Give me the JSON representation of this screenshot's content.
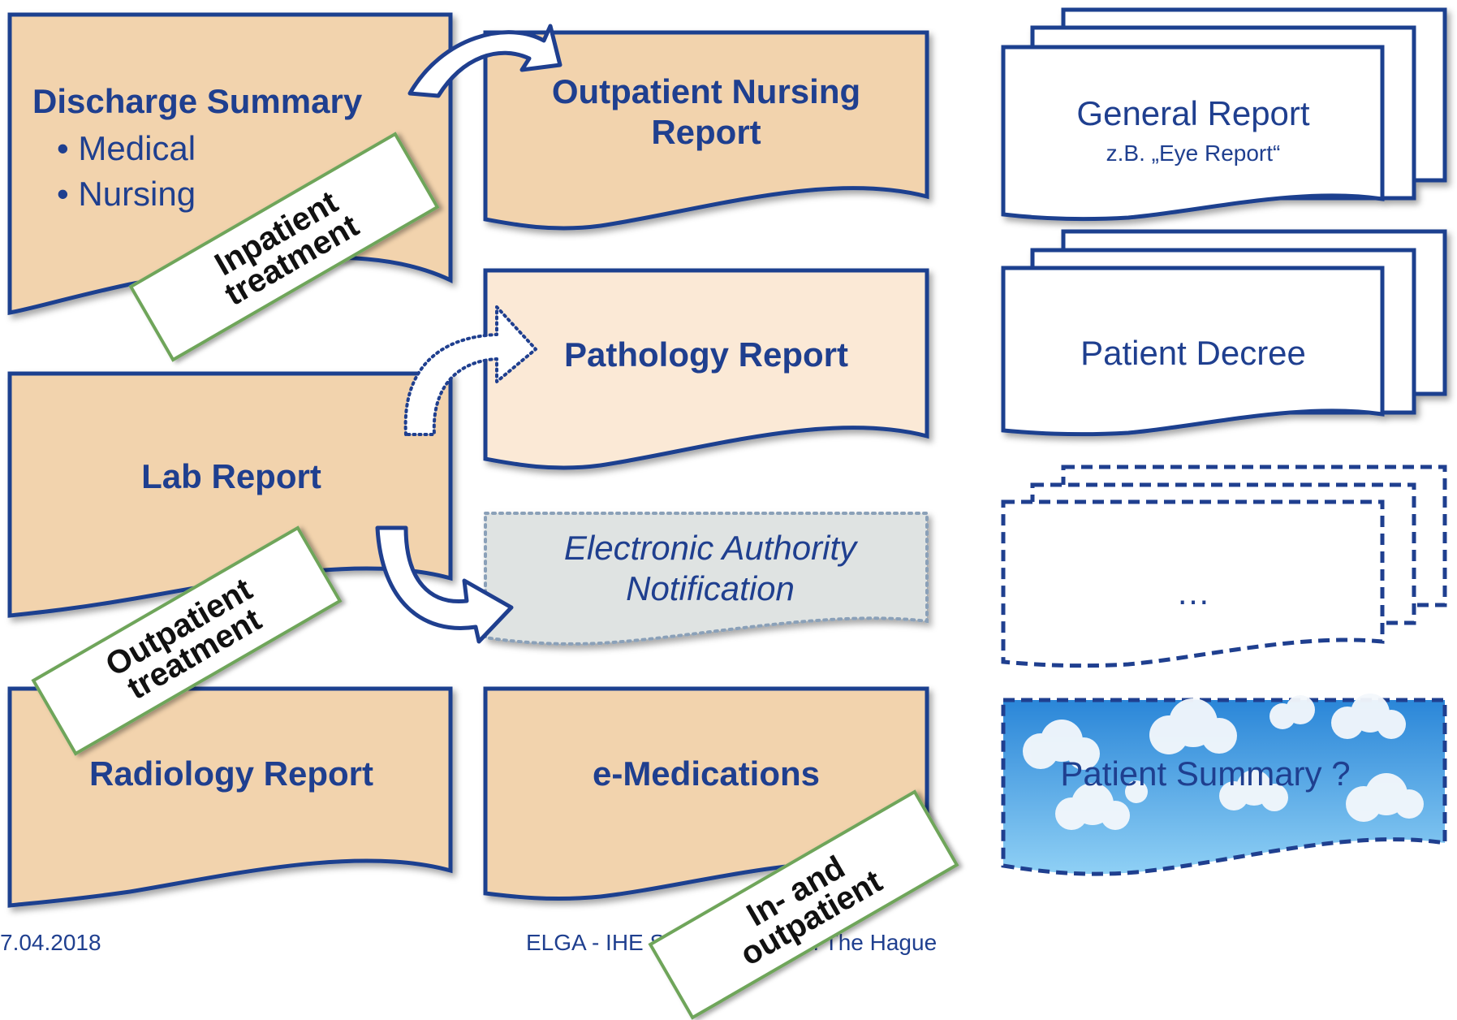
{
  "documents": {
    "discharge_summary": {
      "title": "Discharge Summary",
      "bullets": [
        "Medical",
        "Nursing"
      ]
    },
    "outpatient_nursing": {
      "title": "Outpatient Nursing Report"
    },
    "pathology": {
      "title": "Pathology Report"
    },
    "lab": {
      "title": "Lab Report"
    },
    "authority_notification": {
      "title": "Electronic Authority Notification"
    },
    "radiology": {
      "title": "Radiology Report"
    },
    "emedications": {
      "title": "e-Medications"
    },
    "general_report": {
      "title": "General Report",
      "subtitle": "z.B. „Eye Report“"
    },
    "patient_decree": {
      "title": "Patient Decree"
    },
    "ellipsis_doc": {
      "title": "…"
    },
    "patient_summary": {
      "title": "Patient Summary ?"
    }
  },
  "stamps": {
    "inpatient": [
      "Inpatient",
      "treatment"
    ],
    "outpatient": [
      "Outpatient",
      "treatment"
    ],
    "in_and_out": [
      "In- and",
      "outpatient"
    ]
  },
  "footer": {
    "date": "7.04.2018",
    "event": "ELGA - IHE S",
    "event_end": "m The Hague"
  },
  "colors": {
    "doc_fill": "#f2d3ad",
    "doc_light": "#fbe9d6",
    "doc_stroke": "#1f3f8f",
    "grey_fill": "#dfe3e2",
    "stamp_border": "#6fa55a",
    "text": "#1f3f8f"
  }
}
